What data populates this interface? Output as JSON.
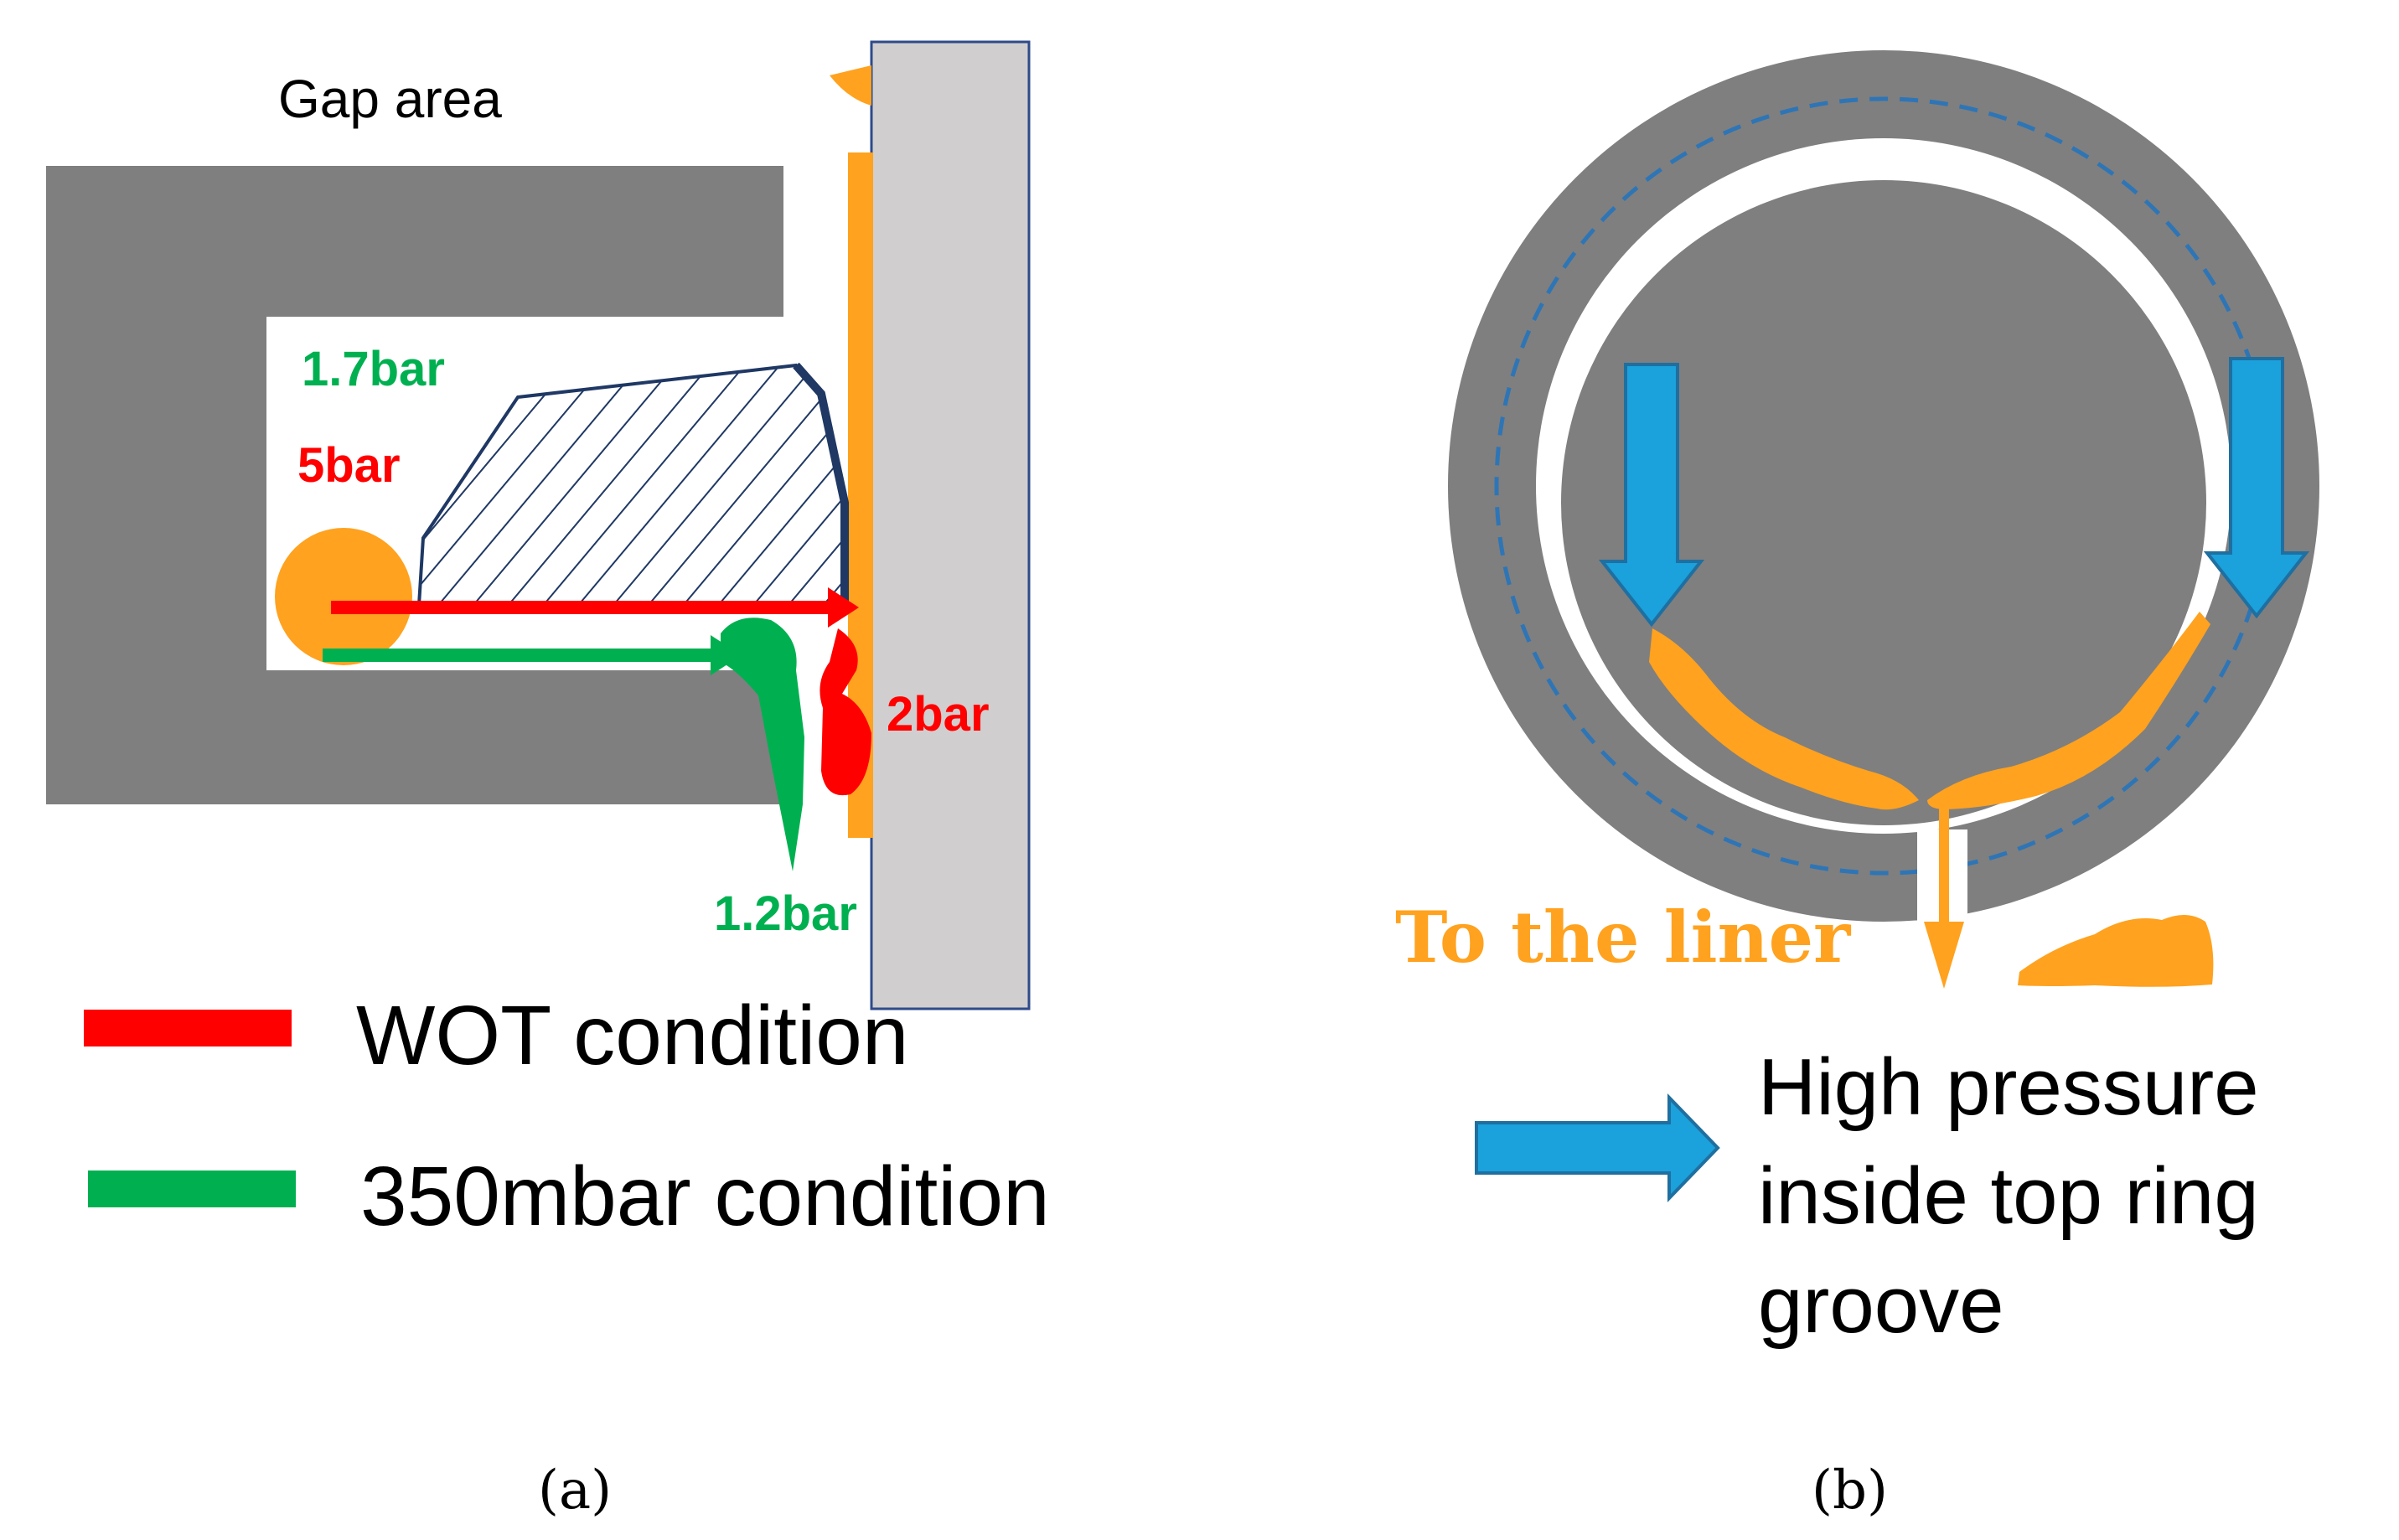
{
  "panel_a": {
    "gap_label": "Gap area",
    "p_green_top": "1.7bar",
    "p_red_top": "5bar",
    "p_red_right": "2bar",
    "p_green_bottom": "1.2bar",
    "legend": [
      {
        "label": "WOT condition",
        "color": "#ff0000"
      },
      {
        "label": "350mbar condition",
        "color": "#00b050"
      }
    ],
    "caption": "(a)"
  },
  "panel_b": {
    "liner_label": "To the liner",
    "legend_text": [
      "High pressure",
      "inside top ring",
      "groove"
    ],
    "caption": "(b)"
  },
  "colors": {
    "groove_gray": "#7f7f7f",
    "liner_gray": "#d0cece",
    "oil_orange": "#ffa21f",
    "ring_navy": "#1f3864",
    "arrow_blue": "#1ba1dc",
    "wot_red": "#ff0000",
    "low_green": "#00b050"
  }
}
